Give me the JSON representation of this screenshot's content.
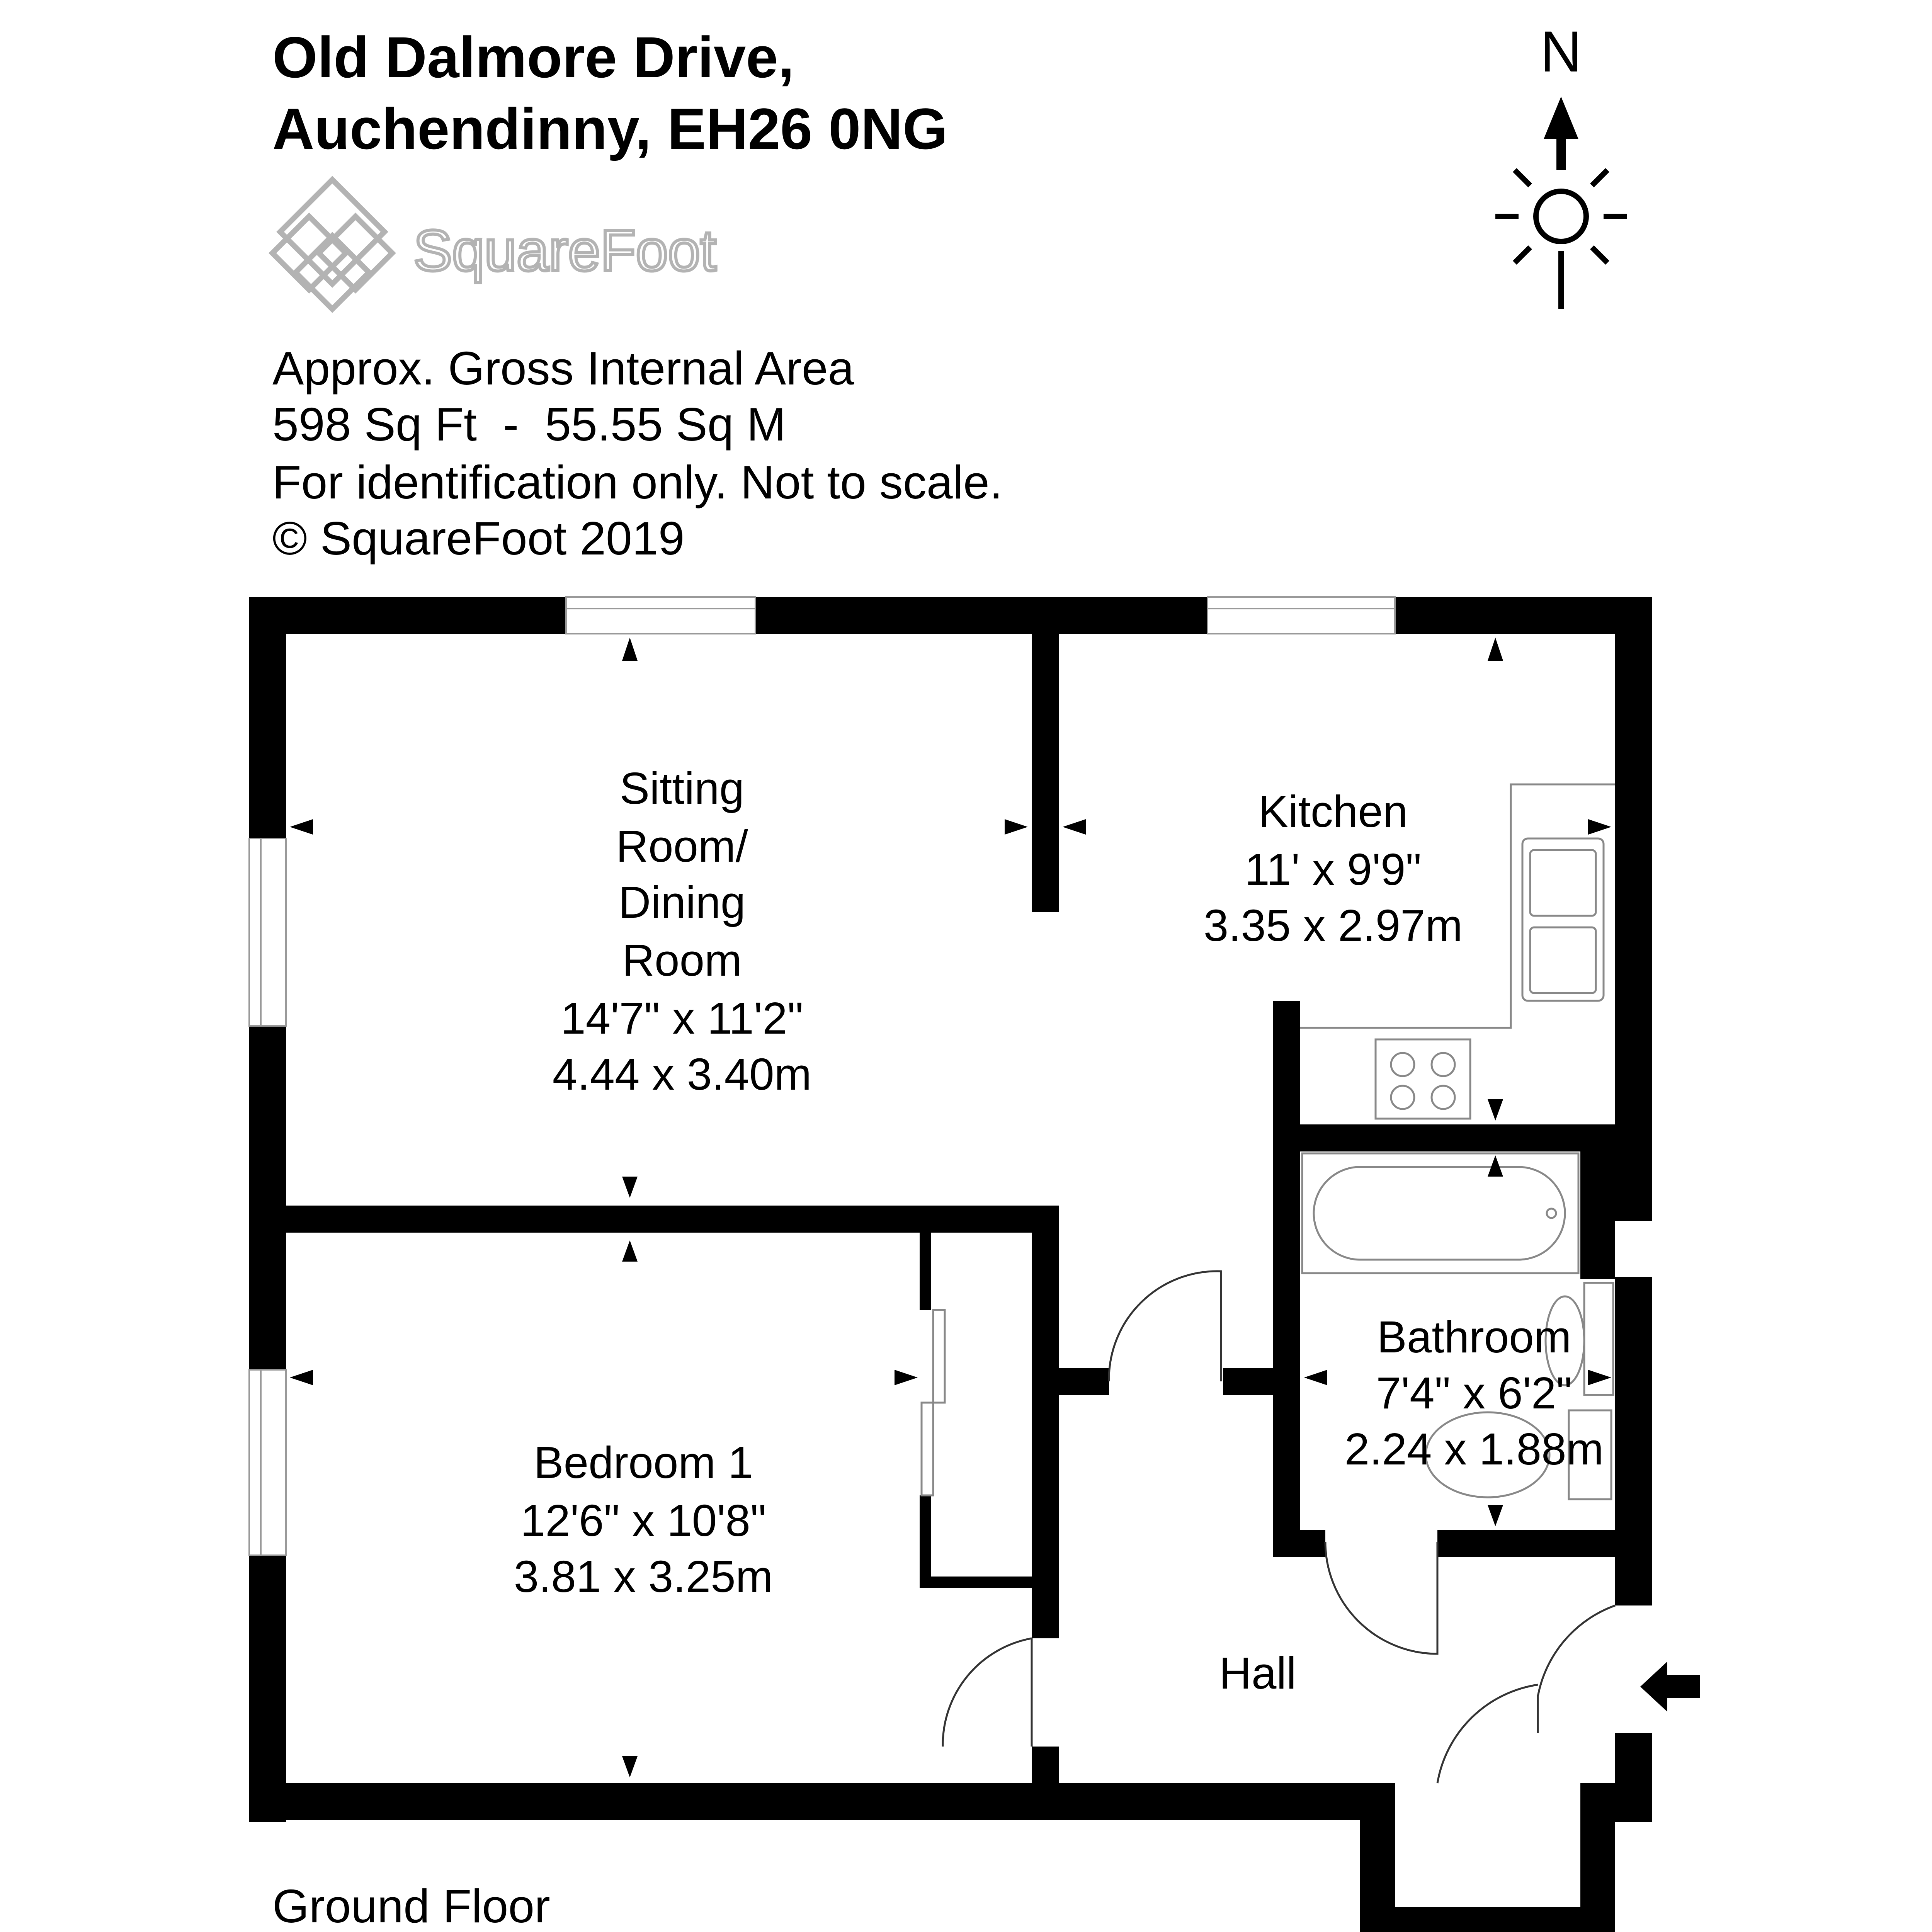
{
  "header": {
    "address_line1": "Old Dalmore Drive,",
    "address_line2": "Auchendinny, EH26 0NG"
  },
  "logo": {
    "text": "SquareFoot"
  },
  "compass": {
    "label": "N"
  },
  "info": {
    "area_title": "Approx. Gross Internal Area",
    "area_value": "598 Sq Ft  -  55.55 Sq M",
    "disclaimer": "For identification only. Not to scale.",
    "copyright": "© SquareFoot 2019"
  },
  "rooms": {
    "sitting": {
      "line1": "Sitting",
      "line2": "Room/",
      "line3": "Dining",
      "line4": "Room",
      "imperial": "14'7\" x 11'2\"",
      "metric": "4.44 x 3.40m"
    },
    "kitchen": {
      "name": "Kitchen",
      "imperial": "11' x 9'9\"",
      "metric": "3.35 x 2.97m"
    },
    "bedroom": {
      "name": "Bedroom 1",
      "imperial": "12'6\" x 10'8\"",
      "metric": "3.81 x 3.25m"
    },
    "bathroom": {
      "name": "Bathroom",
      "imperial": "7'4\" x 6'2\"",
      "metric": "2.24 x 1.88m"
    },
    "hall": {
      "name": "Hall"
    }
  },
  "floor_label": "Ground Floor",
  "colors": {
    "wall": "#000000",
    "text": "#1a1a1a",
    "logo": "#b3b3b3",
    "fixture": "#888888"
  }
}
